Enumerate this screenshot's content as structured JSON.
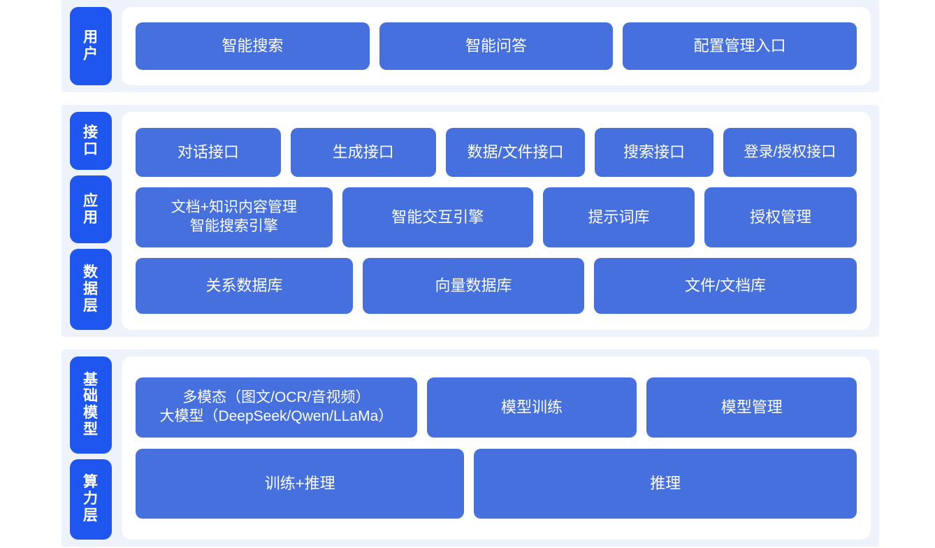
{
  "colors": {
    "band_background": "#eef3fb",
    "panel_background": "#ffffff",
    "side_label": "#1f56f0",
    "content_box": "#4670de",
    "text_on_blue": "#ffffff"
  },
  "sections": [
    {
      "id": "user",
      "side_labels": [
        "用户"
      ],
      "rows": [
        {
          "id": "user",
          "boxes": [
            "智能搜索",
            "智能问答",
            "配置管理入口"
          ]
        }
      ]
    },
    {
      "id": "platform",
      "side_labels": [
        "接口",
        "应用",
        "数据层"
      ],
      "rows": [
        {
          "id": "interface",
          "boxes": [
            "对话接口",
            "生成接口",
            "数据/文件接口",
            "搜索接口",
            "登录/授权接口"
          ]
        },
        {
          "id": "application",
          "boxes": [
            "文档+知识内容管理\n智能搜索引擎",
            "智能交互引擎",
            "提示词库",
            "授权管理"
          ]
        },
        {
          "id": "data",
          "boxes": [
            "关系数据库",
            "向量数据库",
            "文件/文档库"
          ]
        }
      ]
    },
    {
      "id": "infra",
      "side_labels": [
        "基础模型",
        "算力层"
      ],
      "rows": [
        {
          "id": "model",
          "boxes": [
            "多模态（图文/OCR/音视频）\n大模型（DeepSeek/Qwen/LLaMa）",
            "模型训练",
            "模型管理"
          ]
        },
        {
          "id": "compute",
          "boxes": [
            "训练+推理",
            "推理"
          ]
        }
      ]
    }
  ]
}
